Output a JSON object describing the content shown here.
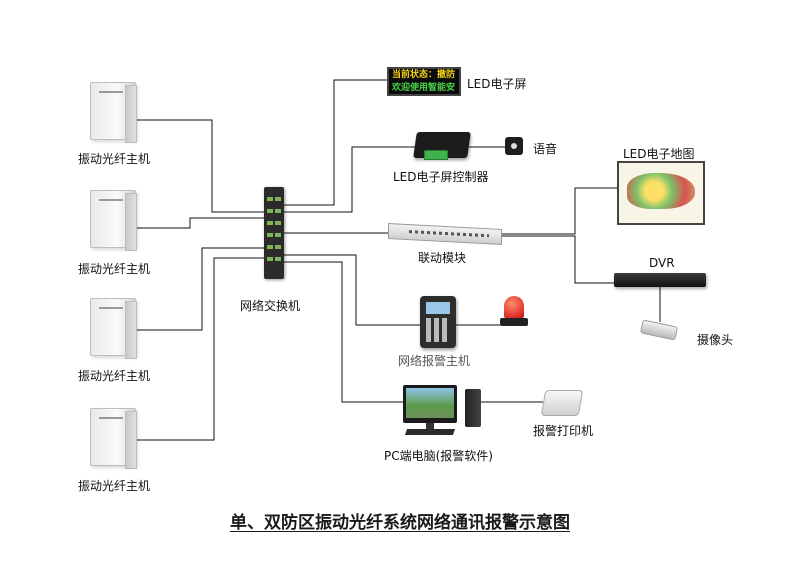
{
  "diagram": {
    "title": "单、双防区振动光纤系统网络通讯报警示意图",
    "hosts": [
      {
        "label": "振动光纤主机"
      },
      {
        "label": "振动光纤主机"
      },
      {
        "label": "振动光纤主机"
      },
      {
        "label": "振动光纤主机"
      }
    ],
    "switch": {
      "label": "网络交换机"
    },
    "led_screen": {
      "label": "LED电子屏",
      "display_line1": "当前状态：撤防",
      "display_line2": "欢迎使用智能安防"
    },
    "led_controller": {
      "label": "LED电子屏控制器"
    },
    "speaker": {
      "label": "语音"
    },
    "linkage_module": {
      "label": "联动模块"
    },
    "led_map": {
      "label": "LED电子地图"
    },
    "dvr": {
      "label": "DVR"
    },
    "camera": {
      "label": "摄像头"
    },
    "alarm_host": {
      "label": "网络报警主机"
    },
    "pc": {
      "label": "PC端电脑(报警软件)"
    },
    "printer": {
      "label": "报警打印机"
    }
  }
}
